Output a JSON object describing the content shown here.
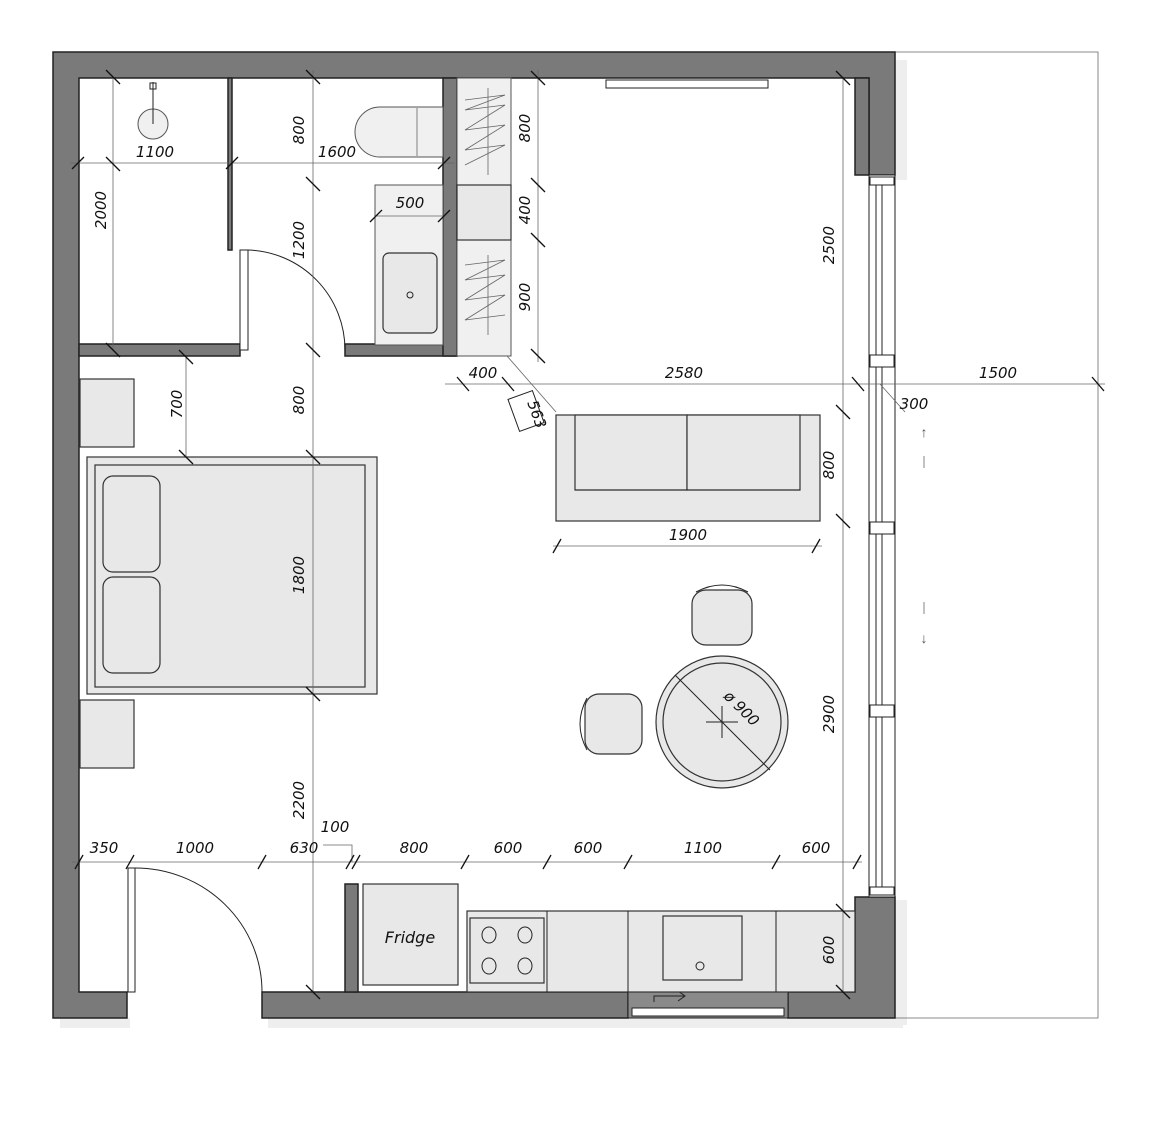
{
  "plan": {
    "rooms": {
      "fridge_label": "Fridge"
    },
    "dimensions": {
      "shower_width": "1100",
      "bathroom_width": "1600",
      "toilet_depth": "800",
      "shower_depth": "2000",
      "bath_clear": "1200",
      "vanity_width": "500",
      "wardrobe_top": "800",
      "wardrobe_mid": "400",
      "wardrobe_bottom": "900",
      "corridor_offset": "400",
      "living_width": "2580",
      "balcony_depth": "1500",
      "window_offset": "300",
      "diagonal": "563",
      "nightstand_gap": "700",
      "bed_clear": "800",
      "bed_length": "1800",
      "bed_to_wall": "2200",
      "living_top": "2500",
      "sofa_depth": "800",
      "sofa_width": "1900",
      "living_mid": "2900",
      "kitchen_depth": "600",
      "table_diameter": "ø 900",
      "partition": "100",
      "bottom_row": [
        "350",
        "1000",
        "630",
        "800",
        "600",
        "600",
        "1100",
        "600"
      ]
    }
  }
}
